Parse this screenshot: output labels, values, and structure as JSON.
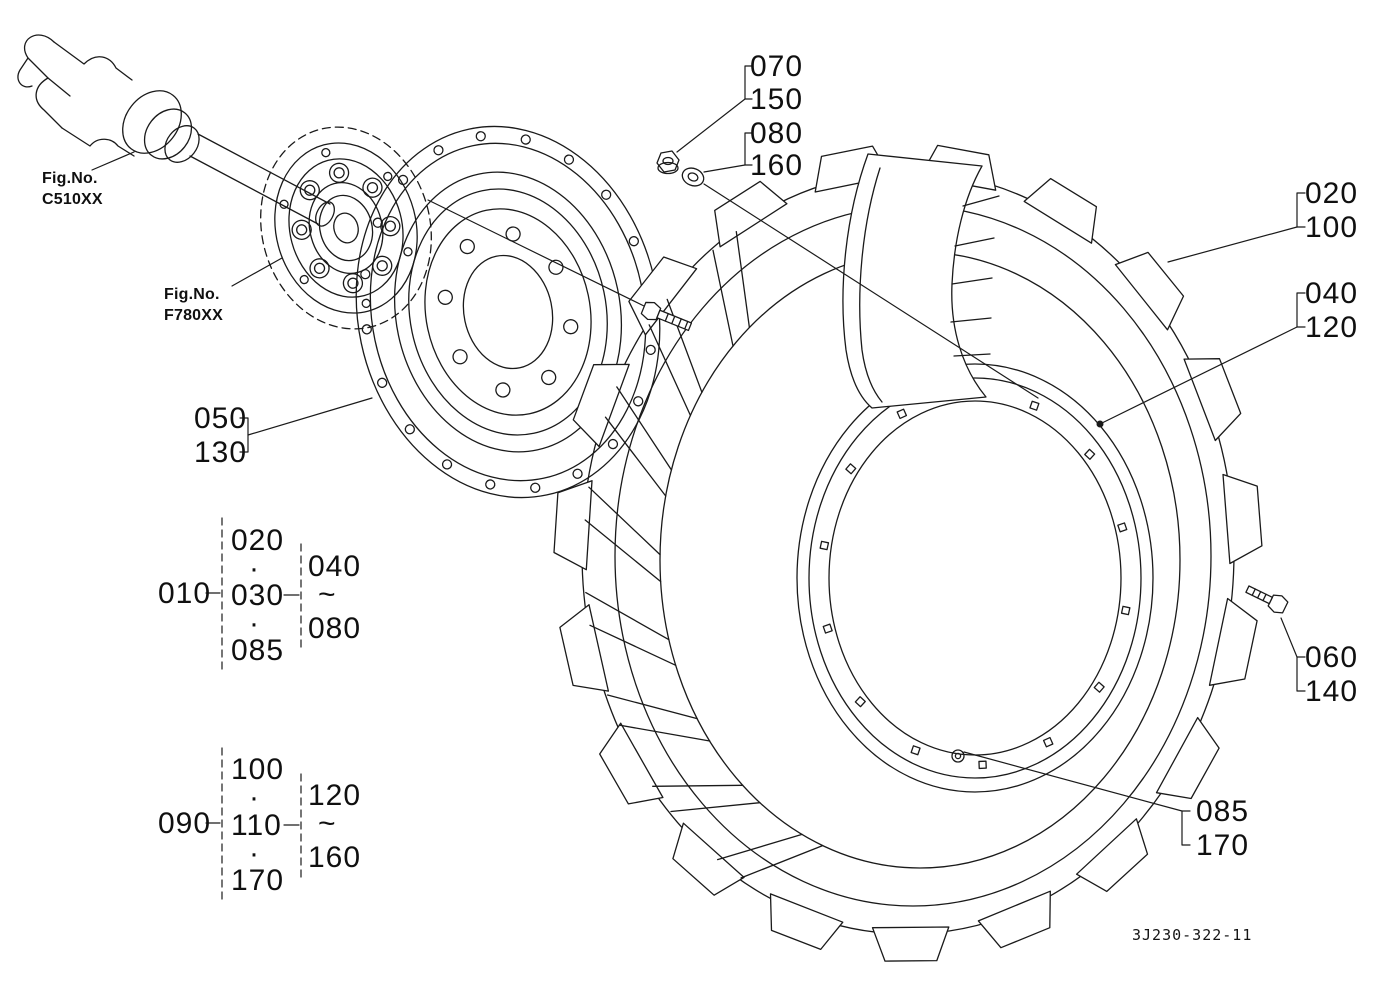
{
  "callouts": {
    "c070": {
      "a": "070",
      "b": "150"
    },
    "c080": {
      "a": "080",
      "b": "160"
    },
    "c020": {
      "a": "020",
      "b": "100"
    },
    "c040": {
      "a": "040",
      "b": "120"
    },
    "c050": {
      "a": "050",
      "b": "130"
    },
    "c060": {
      "a": "060",
      "b": "140"
    },
    "c085": {
      "a": "085",
      "b": "170"
    }
  },
  "groups": {
    "g010": {
      "label": "010",
      "items": [
        "020",
        "030",
        "085"
      ],
      "separator": "·",
      "range": {
        "start": "040",
        "tilde": "~",
        "end": "080"
      }
    },
    "g090": {
      "label": "090",
      "items": [
        "100",
        "110",
        "170"
      ],
      "separator": "·",
      "range": {
        "start": "120",
        "tilde": "~",
        "end": "160"
      }
    }
  },
  "fig_refs": {
    "c510": {
      "caption": "Fig.No.",
      "code": "C510XX"
    },
    "f780": {
      "caption": "Fig.No.",
      "code": "F780XX"
    }
  },
  "drawing_number": "3J230-322-11"
}
